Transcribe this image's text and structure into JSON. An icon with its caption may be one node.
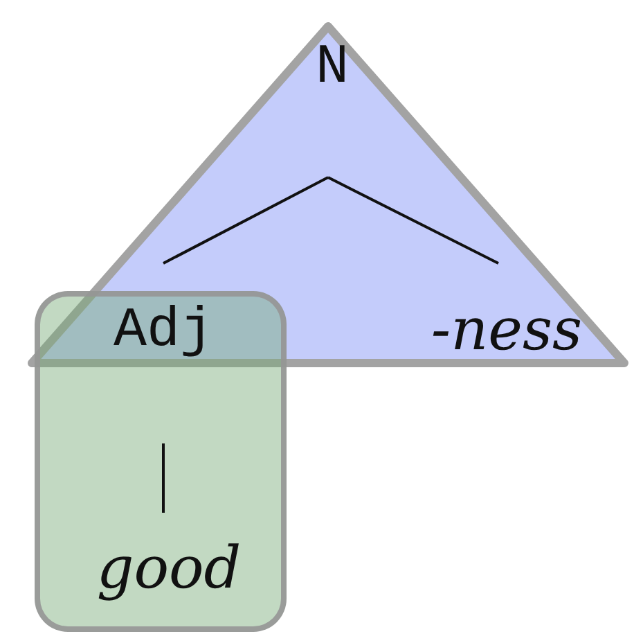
{
  "diagram": {
    "nodes": [
      {
        "text": [],
        "shape": "triangle"
      },
      {
        "text": [],
        "shape": "box"
      },
      {
        "text": [
          "N"
        ],
        "in": 0
      },
      {
        "text": [
          "Adj"
        ]
      },
      {
        "text": [
          "-ness"
        ],
        "in": 0
      },
      {
        "text": [
          "good"
        ],
        "in": 1
      }
    ],
    "edges": [
      {
        "from": 2,
        "to": 3,
        "arrow": "none"
      },
      {
        "from": 2,
        "to": 4,
        "arrow": "none"
      },
      {
        "from": 3,
        "to": 5,
        "arrow": "none"
      }
    ]
  }
}
